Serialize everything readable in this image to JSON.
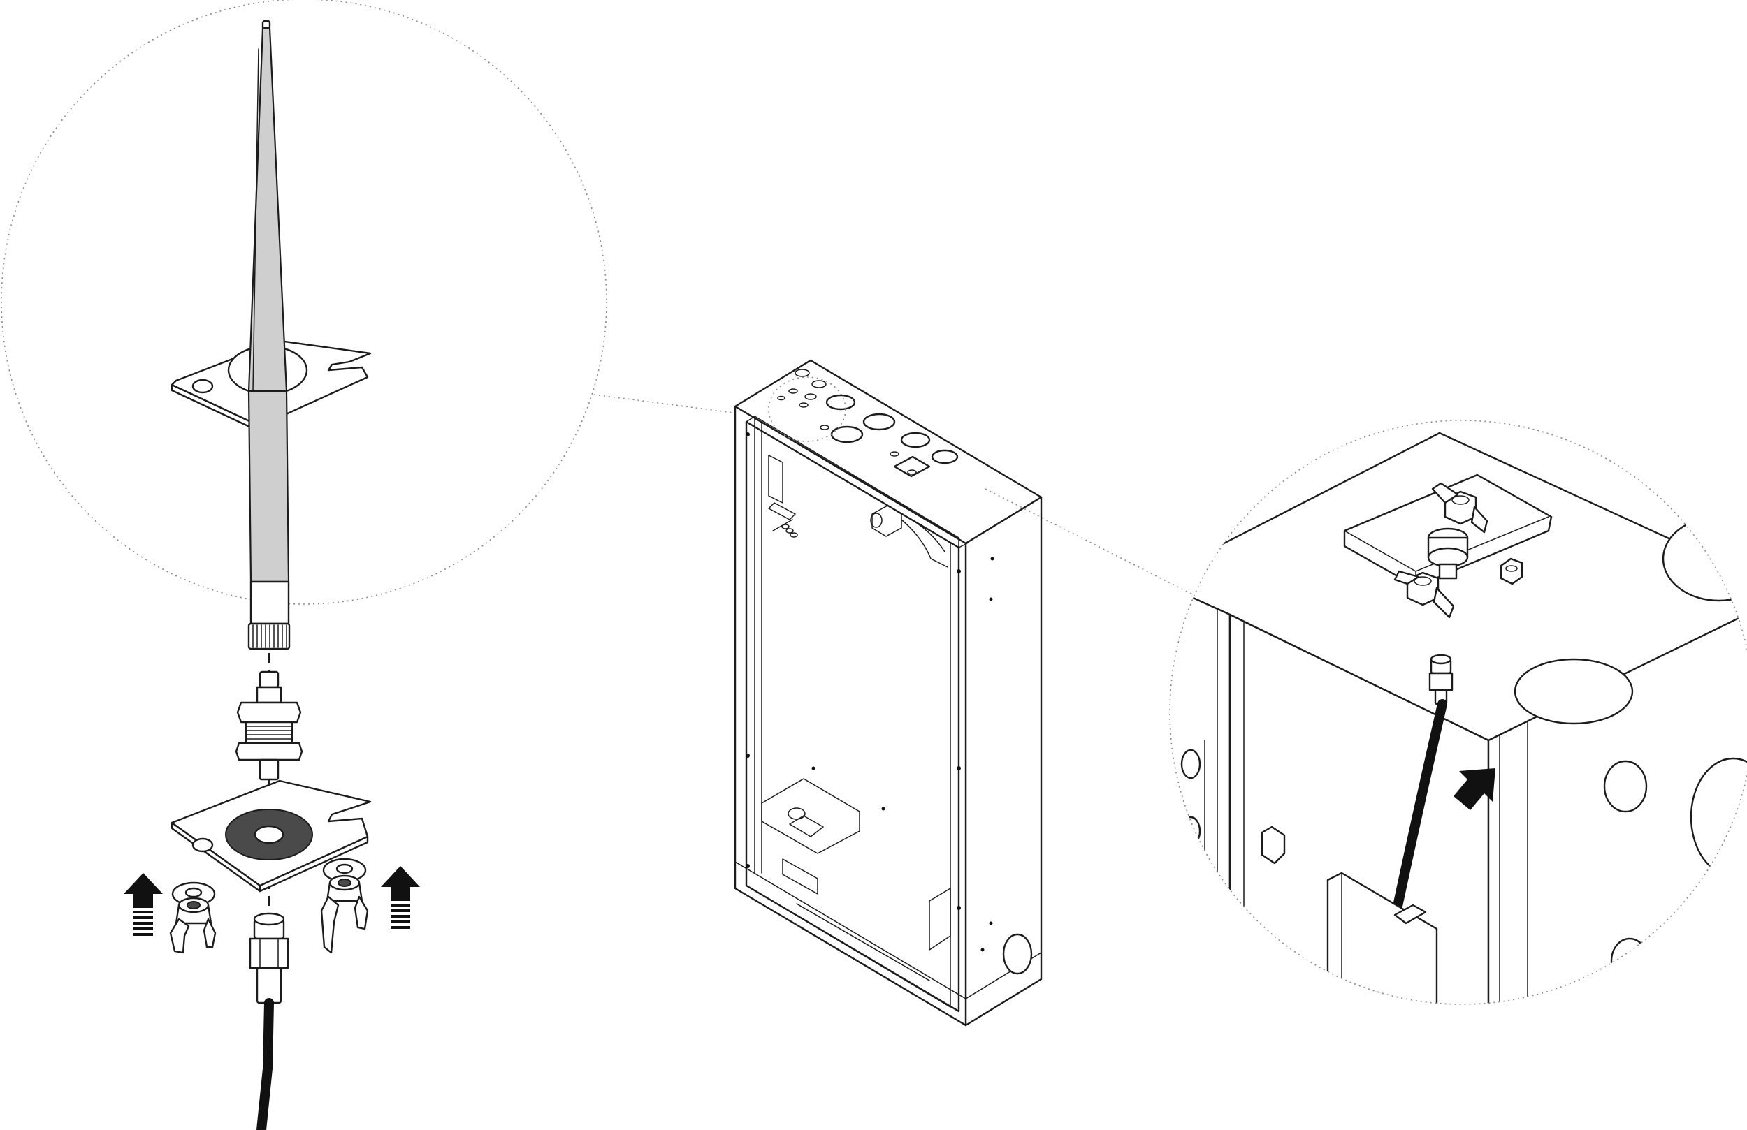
{
  "figure": {
    "kind": "technical installation line drawing",
    "colors": {
      "line": "#1c1c1c",
      "antenna_fill": "#cfcfcf",
      "washer_fill": "#4a4a4a",
      "cable": "#111111",
      "callout_outline": "#8a8a8a",
      "background": "#ffffff"
    },
    "views": [
      {
        "id": "antenna-exploded-view",
        "parts": [
          "whip-antenna",
          "mounting-bracket",
          "bulkhead-connector",
          "rubber-gasket",
          "flat-washers",
          "wing-nuts",
          "coax-cable"
        ]
      },
      {
        "id": "enclosure-overview",
        "parts": [
          "wall-enclosure",
          "knockouts",
          "antenna-bracket-location"
        ]
      },
      {
        "id": "top-corner-detail",
        "parts": [
          "installed-bracket",
          "wing-nuts",
          "coax-cable",
          "knockouts"
        ]
      }
    ],
    "icons": [
      "up-arrow-icon",
      "diagonal-arrow-icon"
    ]
  }
}
